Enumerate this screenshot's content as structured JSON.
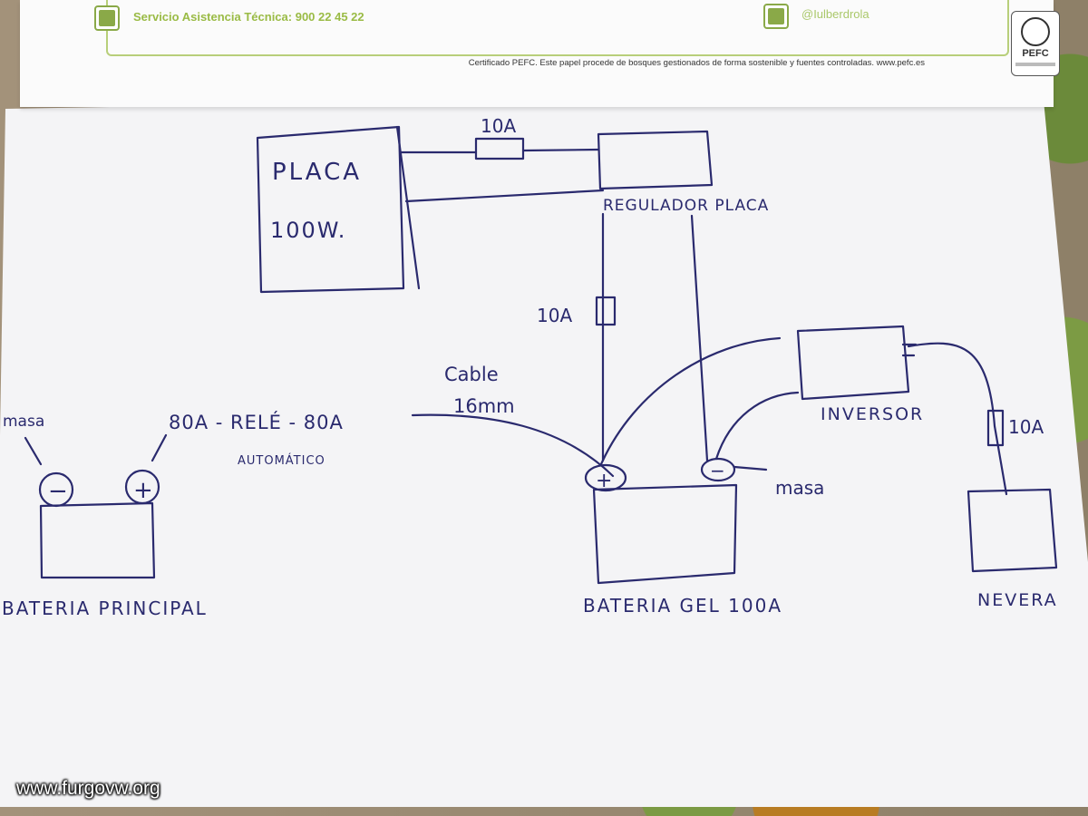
{
  "letterhead": {
    "service_text": "Servicio Asistencia Técnica: 900 22 45 22",
    "twitter_text": "@Iulberdrola",
    "certification_text": "Certificado PEFC. Este papel procede de bosques gestionados de forma sostenible y fuentes controladas. www.pefc.es",
    "pefc_label": "PEFC"
  },
  "diagram": {
    "panel": {
      "line1": "PLACA",
      "line2": "100W."
    },
    "fuse_top": "10A",
    "regulator": "REGULADOR PLACA",
    "fuse_mid": "10A",
    "cable": {
      "line1": "Cable",
      "line2": "16mm"
    },
    "relay_chain": "80A - RELÉ - 80A",
    "relay_sub": "AUTOMÁTICO",
    "masa_left": "masa",
    "main_battery": "BATERIA PRINCIPAL",
    "minus_sign": "−",
    "plus_sign": "+",
    "gel_battery": "BATERIA GEL 100A",
    "masa_right": "masa",
    "inverter": "INVERSOR",
    "fuse_right": "10A",
    "fridge": "NEVERA"
  },
  "watermark": "www.furgovw.org",
  "colors": {
    "ink": "#2a2a6e",
    "accent_green": "#9abb45",
    "paper": "#f4f4f6"
  }
}
